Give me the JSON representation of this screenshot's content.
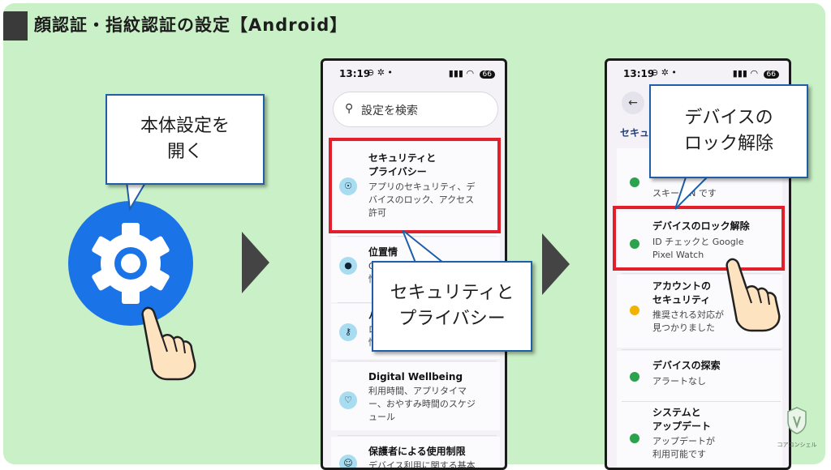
{
  "title": "顔認証・指紋認証の設定【Android】",
  "callouts": {
    "c1_line1": "本体設定を",
    "c1_line2": "開く",
    "c2_line1": "セキュリティと",
    "c2_line2": "プライバシー",
    "c3_line1": "デバイスの",
    "c3_line2": "ロック解除"
  },
  "phone1": {
    "time": "13:19",
    "status_left": "⊖ ✲ •",
    "battery": "66",
    "search_placeholder": "設定を検索",
    "items": [
      {
        "title1": "セキュリティと",
        "title2": "プライバシー",
        "desc1": "アプリのセキュリティ、デ",
        "desc2": "バイスのロック、アクセス",
        "desc3": "許可"
      },
      {
        "title1": "位置情",
        "desc1": "O",
        "desc2": "情"
      },
      {
        "title1": "パ",
        "desc1": "ロ",
        "desc2": "情"
      },
      {
        "title1": "Digital Wellbeing",
        "desc1": "利用時間、アプリタイマ",
        "desc2": "ー、おやすみ時間のスケジ",
        "desc3": "ュール"
      },
      {
        "title1": "保護者による使用制限",
        "desc1": "デバイス利用に関する基本"
      }
    ]
  },
  "phone2": {
    "time": "13:19",
    "status_left": "⊖ ✲ •",
    "battery": "66",
    "header": "セキュ",
    "items": [
      {
        "desc1": "スキー  ON です"
      },
      {
        "title1": "デバイスのロック解除",
        "desc1": "ID チェックと Google",
        "desc2": "Pixel Watch"
      },
      {
        "title1": "アカウントの",
        "title2": "セキュリティ",
        "desc1": "推奨される対応が",
        "desc2": "見つかりました"
      },
      {
        "title1": "デバイスの探索",
        "desc1": "アラートなし"
      },
      {
        "title1": "システムと",
        "title2": "アップデート",
        "desc1": "アップデートが",
        "desc2": "利用可能です"
      }
    ]
  },
  "logo_label": "コアコンシェル",
  "colors": {
    "background": "#c9f0c6",
    "accent_blue": "#1b73e8",
    "highlight_red": "#e0212b",
    "callout_border": "#1f5fa8"
  }
}
